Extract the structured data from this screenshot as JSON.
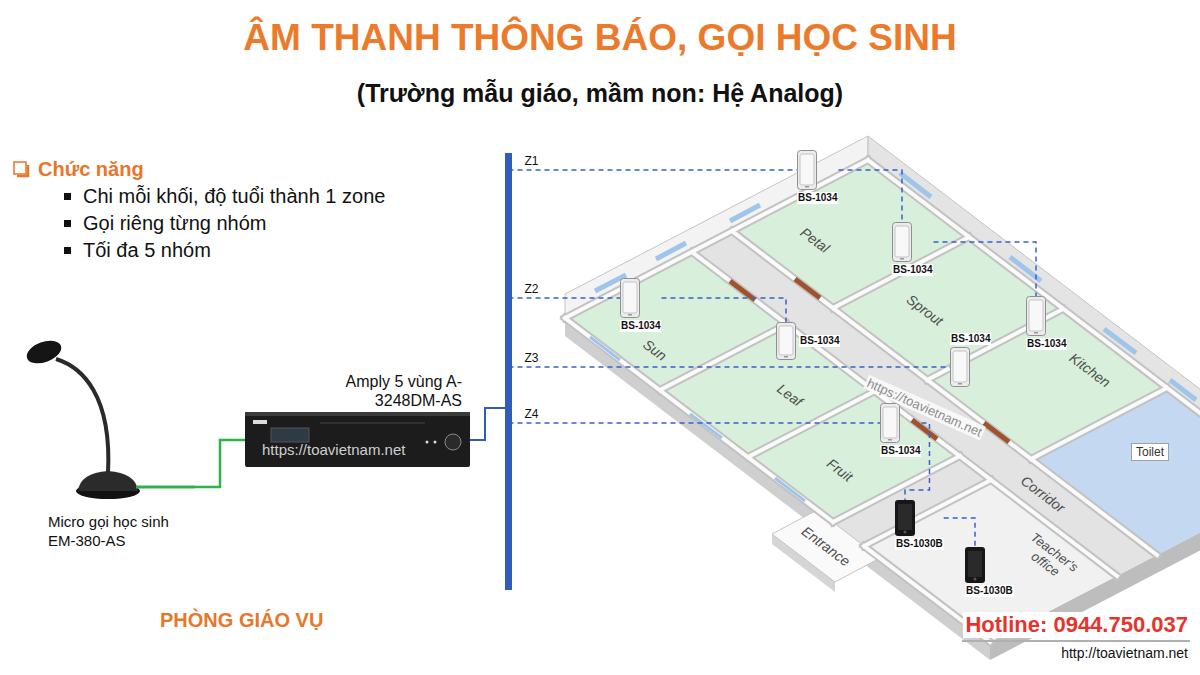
{
  "diagram": {
    "title": "ÂM THANH THÔNG BÁO, GỌI HỌC SINH",
    "nodes": [
      {
        "text": [
          "Micro gọi học sinh EM-380-AS"
        ]
      },
      {
        "text": [
          "Amply 5 vùng A-3248DM-AS"
        ]
      },
      {
        "text": [
          "BS-1034"
        ]
      },
      {
        "text": [
          "BS-1034"
        ]
      },
      {
        "text": [
          "BS-1034"
        ]
      },
      {
        "text": [
          "BS-1034"
        ]
      },
      {
        "text": [
          "BS-1034"
        ]
      },
      {
        "text": [
          "BS-1034"
        ]
      },
      {
        "text": [
          "BS-1034"
        ]
      },
      {
        "text": [
          "BS-1030B"
        ]
      },
      {
        "text": [
          "BS-1030B"
        ]
      }
    ],
    "edges": [
      {
        "from": 0,
        "to": 1,
        "arrow": "none"
      },
      {
        "from": 1,
        "to": 2,
        "arrow": "none",
        "label": "Z1"
      },
      {
        "from": 1,
        "to": 5,
        "arrow": "none",
        "label": "Z2"
      },
      {
        "from": 1,
        "to": 7,
        "arrow": "none",
        "label": "Z3"
      },
      {
        "from": 1,
        "to": 8,
        "arrow": "none",
        "label": "Z4"
      },
      {
        "from": 2,
        "to": 3,
        "arrow": "none"
      },
      {
        "from": 3,
        "to": 4,
        "arrow": "none"
      },
      {
        "from": 5,
        "to": 6,
        "arrow": "none"
      },
      {
        "from": 8,
        "to": 9,
        "arrow": "none"
      },
      {
        "from": 9,
        "to": 10,
        "arrow": "none"
      }
    ],
    "labels": [
      "(Trường mẫu giáo, mầm non: Hệ Analog)",
      "Chức năng",
      "Chi mỗi khối, độ tuổi thành 1 zone",
      "Gọi riêng từng nhóm",
      "Tối đa 5 nhóm",
      "PHÒNG GIÁO VỤ",
      "https://toavietnam.net",
      "https://toavietnam.net",
      "Petal",
      "Sprout",
      "Kitchen",
      "Sun",
      "Leaf",
      "Fruit",
      "Corridor",
      "Toilet",
      "Teacher's office",
      "Entrance",
      "Hotline: 0944.750.037",
      "http://toavietnam.net"
    ]
  }
}
